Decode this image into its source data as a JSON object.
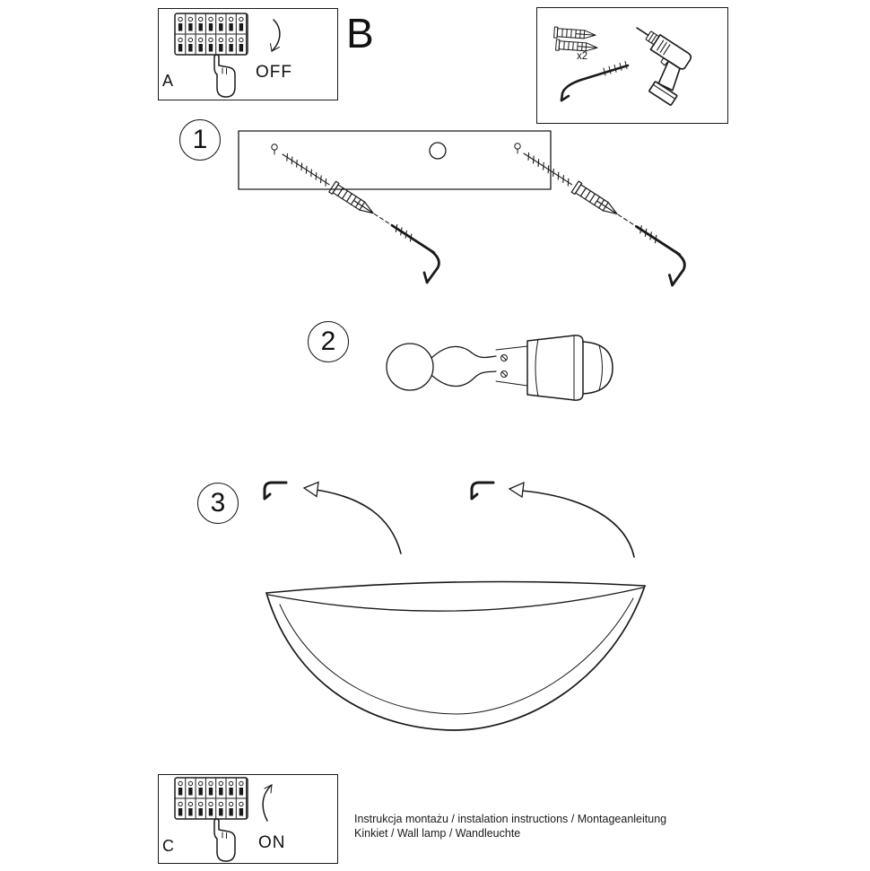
{
  "box_a": {
    "label": "A",
    "switch": "OFF"
  },
  "section_b": {
    "letter": "B"
  },
  "tools": {
    "anchors_count": "x2"
  },
  "steps": {
    "s1": "1",
    "s2": "2",
    "s3": "3"
  },
  "box_c": {
    "label": "C",
    "switch": "ON"
  },
  "footer": {
    "line1": "Instrukcja montażu / instalation instructions / Montageanleitung",
    "line2": "Kinkiet / Wall lamp / Wandleuchte"
  },
  "colors": {
    "ink": "#1a1a1a",
    "background": "#ffffff"
  }
}
